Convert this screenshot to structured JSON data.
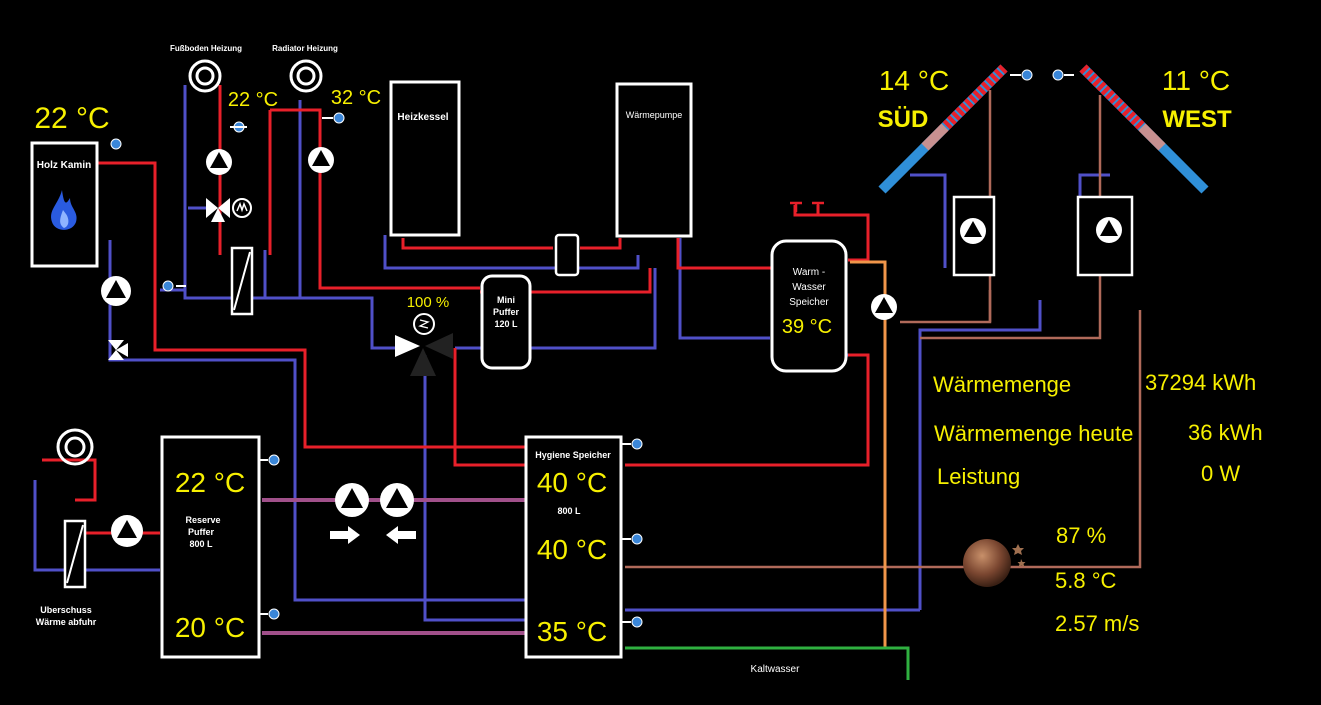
{
  "labels": {
    "fussboden": "Fußboden Heizung",
    "radiator": "Radiator Heizung",
    "holz_kamin": "Holz Kamin",
    "heizkessel": "Heizkessel",
    "waermepumpe": "Wärmepumpe",
    "mini_puffer": [
      "Mini",
      "Puffer",
      "120 L"
    ],
    "warmwasser": [
      "Warm -",
      "Wasser",
      "Speicher"
    ],
    "hygiene": "Hygiene Speicher",
    "hygiene_volume": "800 L",
    "reserve": [
      "Reserve",
      "Puffer",
      "800 L"
    ],
    "ueberschuss": [
      "Uberschuss",
      "Wärme abfuhr"
    ],
    "kaltwasser": "Kaltwasser",
    "sued": "SÜD",
    "west": "WEST"
  },
  "temps": {
    "kamin": "22 °C",
    "fussboden": "22 °C",
    "radiator": "32 °C",
    "mixer_percent": "100 %",
    "warmwasser": "39 °C",
    "sued": "14 °C",
    "west": "11 °C",
    "reserve_top": "22 °C",
    "reserve_bottom": "20 °C",
    "hygiene_top": "40 °C",
    "hygiene_mid": "40 °C",
    "hygiene_bottom": "35 °C"
  },
  "stats": {
    "waermemenge_label": "Wärmemenge",
    "waermemenge_value": "37294 kWh",
    "heute_label": "Wärmemenge heute",
    "heute_value": "36 kWh",
    "leistung_label": "Leistung",
    "leistung_value": "0 W"
  },
  "weather": {
    "icon": "moon-icon",
    "humidity": "87 %",
    "temperature": "5.8 °C",
    "wind": "2.57 m/s"
  },
  "colors": {
    "hot": "#e8202a",
    "cold": "#5050c8",
    "text_accent": "#f7f000",
    "fresh_water": "#2fb040",
    "warm_water_line": "#f0964a"
  }
}
